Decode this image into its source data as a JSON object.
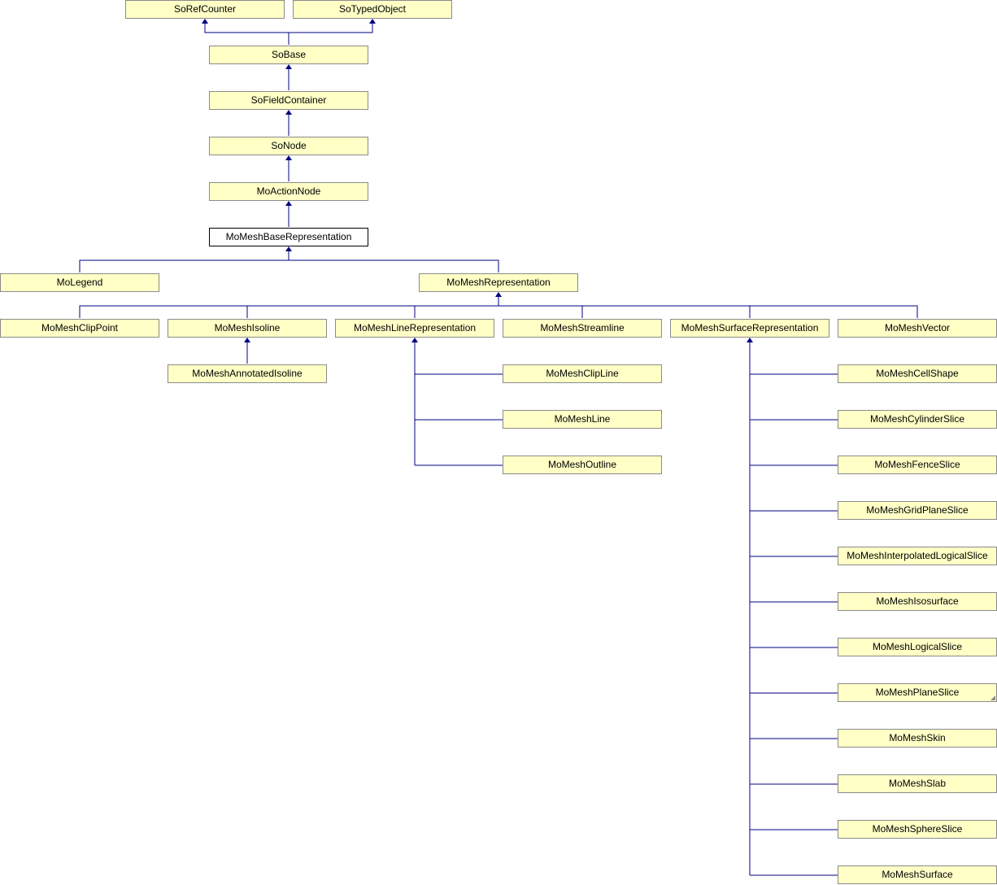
{
  "nodes": {
    "sorefcounter": "SoRefCounter",
    "sotypedobject": "SoTypedObject",
    "sobase": "SoBase",
    "sofieldcontainer": "SoFieldContainer",
    "sonode": "SoNode",
    "moactionnode": "MoActionNode",
    "momeshbaserepresentation": "MoMeshBaseRepresentation",
    "molegend": "MoLegend",
    "momeshrepresentation": "MoMeshRepresentation",
    "momeshclippoint": "MoMeshClipPoint",
    "momeshisoline": "MoMeshIsoline",
    "momeshlinerepresentation": "MoMeshLineRepresentation",
    "momeshstreamline": "MoMeshStreamline",
    "momeshsurfacerepresentation": "MoMeshSurfaceRepresentation",
    "momeshvector": "MoMeshVector",
    "momeshannotatedisoline": "MoMeshAnnotatedIsoline",
    "momeshclipline": "MoMeshClipLine",
    "momeshline": "MoMeshLine",
    "momeshoutline": "MoMeshOutline",
    "momeshcellshape": "MoMeshCellShape",
    "momeshcylinderslice": "MoMeshCylinderSlice",
    "momeshfenceslice": "MoMeshFenceSlice",
    "momeshgridplaneslice": "MoMeshGridPlaneSlice",
    "momeshinterpolatedlogicalslice": "MoMeshInterpolatedLogicalSlice",
    "momeshisosurface": "MoMeshIsosurface",
    "momeshlogicalslice": "MoMeshLogicalSlice",
    "momeshplaneslice": "MoMeshPlaneSlice",
    "momeshskin": "MoMeshSkin",
    "momeshslab": "MoMeshSlab",
    "momeshsphereslice": "MoMeshSphereSlice",
    "momeshsurface": "MoMeshSurface"
  },
  "colors": {
    "node_fill": "#ffffc6",
    "node_border": "#8b8b8b",
    "current_fill": "#ffffff",
    "current_border": "#000000",
    "edge": "#000080"
  }
}
